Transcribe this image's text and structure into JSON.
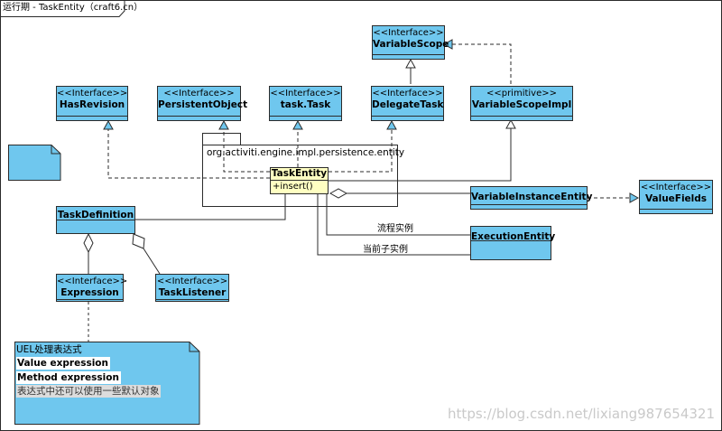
{
  "title": "运行期 - TaskEntity（craft6.cn）",
  "package_label": "org.activiti.engine.impl.persistence.entity",
  "classes": {
    "variable_scope": {
      "stereotype": "<<Interface>>",
      "name": "VariableScope"
    },
    "has_revision": {
      "stereotype": "<<Interface>>",
      "name": "HasRevision"
    },
    "persistent_object": {
      "stereotype": "<<Interface>>",
      "name": "PersistentObject"
    },
    "task_task": {
      "stereotype": "<<Interface>>",
      "name": "task.Task"
    },
    "delegate_task": {
      "stereotype": "<<Interface>>",
      "name": "DelegateTask"
    },
    "variable_scope_impl": {
      "stereotype": "<<primitive>>",
      "name": "VariableScopeImpl"
    },
    "task_entity": {
      "name": "TaskEntity",
      "operation": "+insert()"
    },
    "variable_instance_entity": {
      "name": "VariableInstanceEntity"
    },
    "value_fields": {
      "stereotype": "<<Interface>>",
      "name": "ValueFields"
    },
    "task_definition": {
      "name": "TaskDefinition"
    },
    "execution_entity": {
      "name": "ExecutionEntity"
    },
    "expression": {
      "stereotype": "<<Interface>>",
      "name": "Expression"
    },
    "task_listener": {
      "stereotype": "<<Interface>>",
      "name": "TaskListener"
    }
  },
  "labels": {
    "process_instance": "流程实例",
    "current_child_instance": "当前子实例"
  },
  "note": {
    "line1": "UEL处理表达式",
    "line2": "Value expression",
    "line3": "Method expression",
    "line4": "表达式中还可以使用一些默认对象"
  },
  "watermark": "https://blog.csdn.net/lixiang987654321",
  "colors": {
    "class_fill": "#6fc7ee",
    "task_entity_fill": "#ffffc2",
    "note_fill": "#6fc7ee",
    "line": "#2b2b2b",
    "arrow_realization_fill": "#6fc7ee"
  }
}
